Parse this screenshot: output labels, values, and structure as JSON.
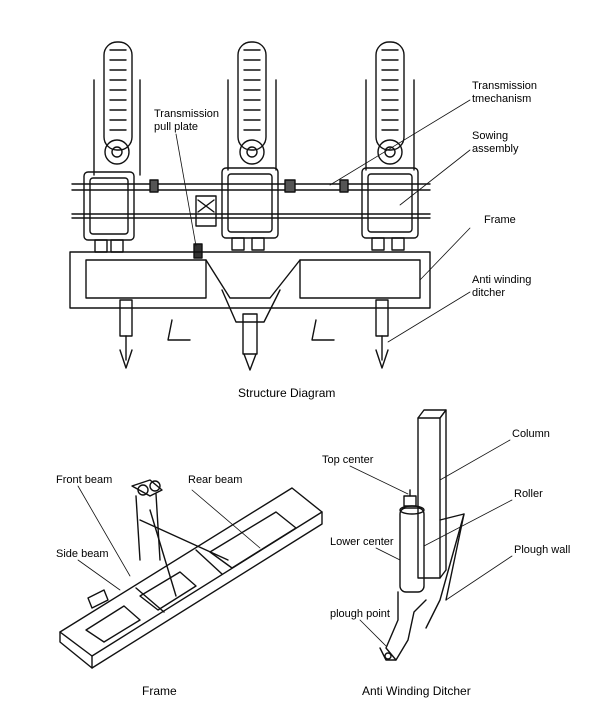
{
  "captions": {
    "structure": "Structure Diagram",
    "frame": "Frame",
    "ditcher": "Anti Winding Ditcher"
  },
  "structure_labels": {
    "pull_plate_1": "Transmission",
    "pull_plate_2": "pull plate",
    "mechanism_1": "Transmission",
    "mechanism_2": "tmechanism",
    "sowing_1": "Sowing",
    "sowing_2": "assembly",
    "frame": "Frame",
    "anti_1": "Anti winding",
    "anti_2": "ditcher"
  },
  "frame_labels": {
    "front_beam": "Front beam",
    "rear_beam": "Rear beam",
    "side_beam": "Side beam"
  },
  "ditcher_labels": {
    "column": "Column",
    "top_center": "Top center",
    "roller": "Roller",
    "lower_center": "Lower center",
    "plough_wall": "Plough wall",
    "plough_point": "plough point"
  },
  "colors": {
    "ink": "#000000",
    "background": "#ffffff"
  }
}
